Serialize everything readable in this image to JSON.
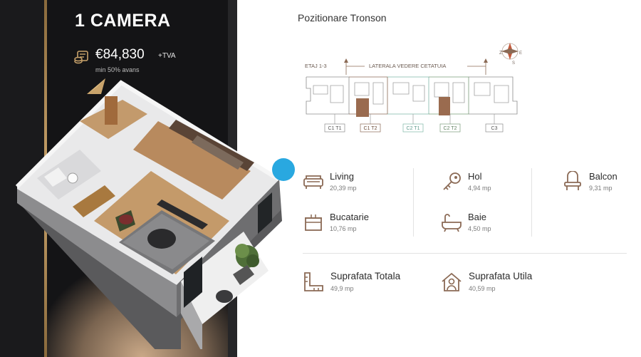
{
  "unit": {
    "title": "1 CAMERA",
    "price": "€84,830",
    "vat": "+TVA",
    "advance": "min 50% avans"
  },
  "positioning": {
    "title": "Pozitionare Tronson",
    "floor_label": "ETAJ 1-3",
    "view_label": "LATERALA VEDERE CETATUIA",
    "sections": [
      "C1 T1",
      "C1 T2",
      "C2 T1",
      "C2 T2",
      "C3"
    ]
  },
  "rooms": [
    {
      "name": "Living",
      "area": "20,39 mp",
      "icon": "sofa-icon"
    },
    {
      "name": "Hol",
      "area": "4,94 mp",
      "icon": "key-icon"
    },
    {
      "name": "Balcon",
      "area": "9,31 mp",
      "icon": "chair-icon"
    },
    {
      "name": "Bucatarie",
      "area": "10,76 mp",
      "icon": "kitchen-icon"
    },
    {
      "name": "Baie",
      "area": "4,50 mp",
      "icon": "bathtub-icon"
    }
  ],
  "totals": [
    {
      "name": "Suprafata Totala",
      "area": "49,9 mp",
      "icon": "ruler-icon"
    },
    {
      "name": "Suprafata Utila",
      "area": "40,59 mp",
      "icon": "house-user-icon"
    }
  ],
  "colors": {
    "accent_brown": "#8b6a55",
    "gold": "#c9a36b",
    "dark_panel": "#1a1a1c",
    "highlight_unit": "#9a6b4f",
    "marker_blue": "#29a8e0"
  }
}
